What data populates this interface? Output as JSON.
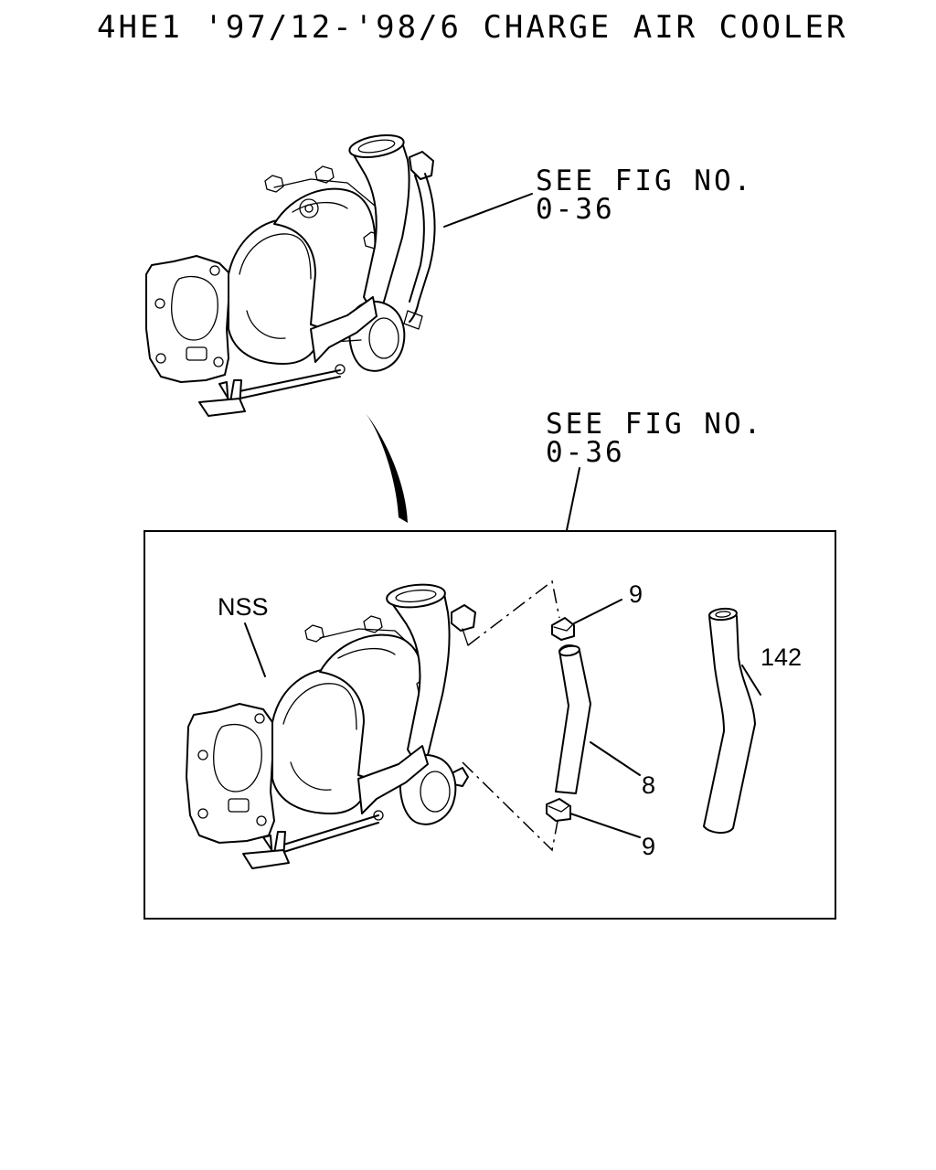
{
  "title": "4HE1 '97/12-'98/6 CHARGE AIR COOLER",
  "references": {
    "upper": {
      "line1": "SEE FIG NO.",
      "line2": "0-36"
    },
    "lower": {
      "line1": "SEE FIG NO.",
      "line2": "0-36"
    }
  },
  "parts": {
    "nss": "NSS",
    "clamp_upper": "9",
    "hose_short": "8",
    "clamp_lower": "9",
    "hose_long": "142"
  },
  "colors": {
    "ink": "#000000",
    "paper": "#ffffff"
  }
}
